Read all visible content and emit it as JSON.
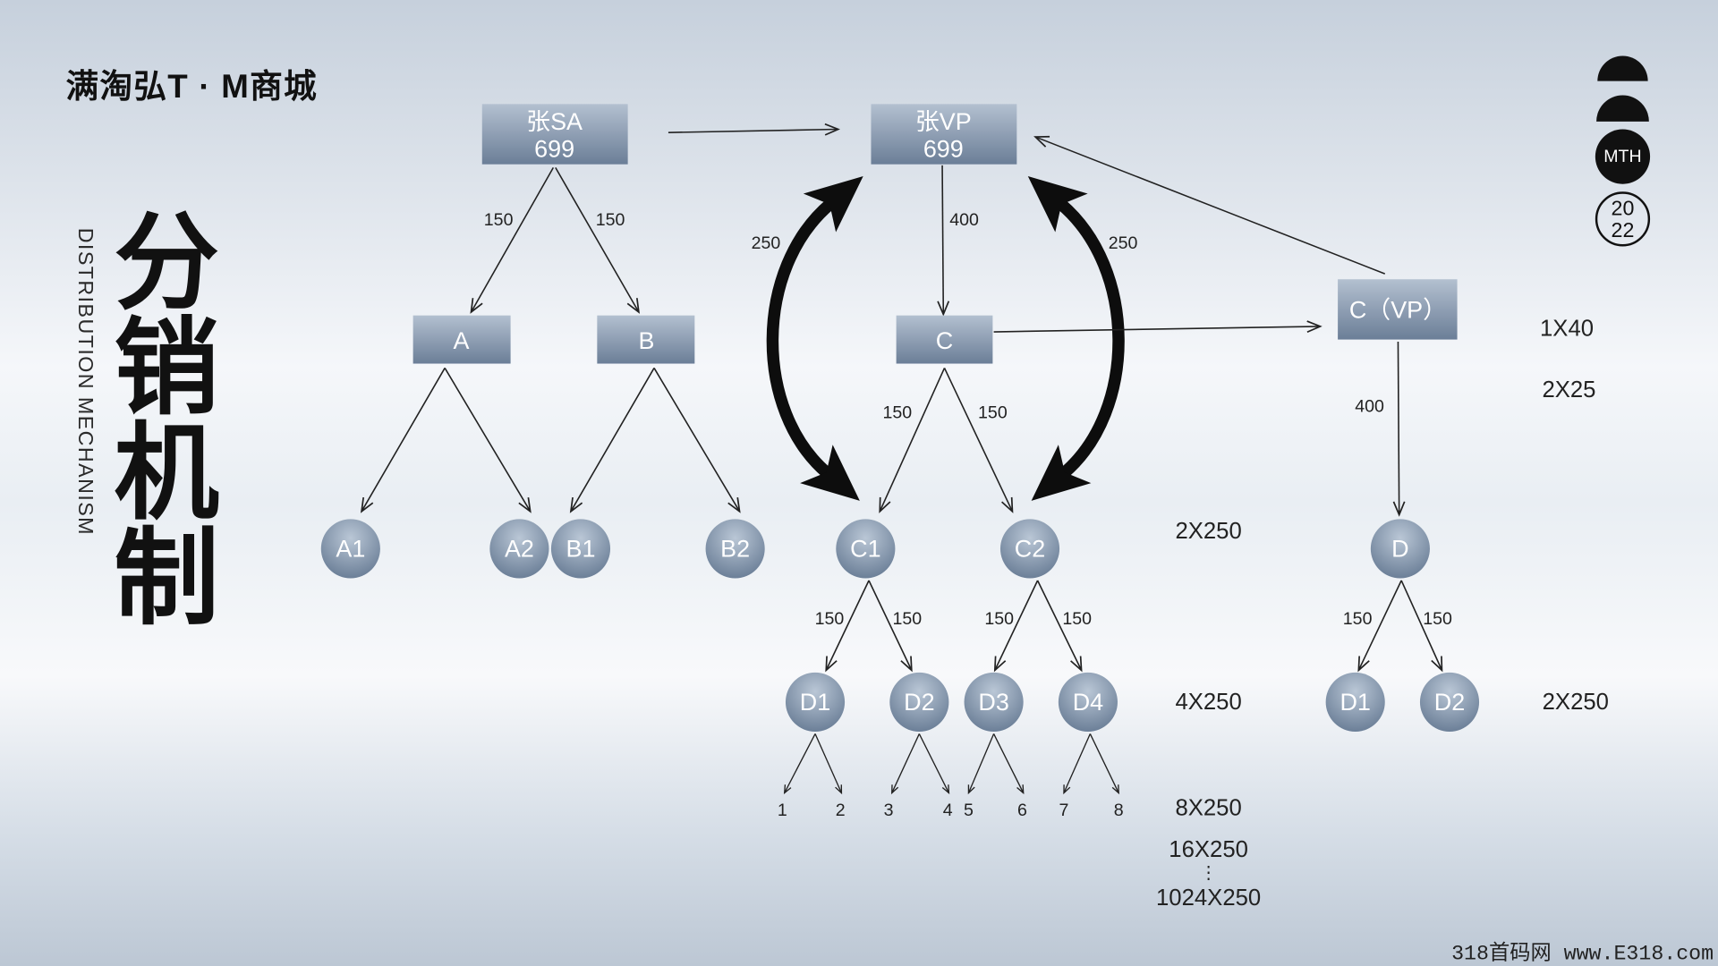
{
  "header": {
    "title": "满淘弘T · M商城"
  },
  "side": {
    "subtitle": "DISTRIBUTION MECHANISM",
    "title_chars": [
      "分",
      "销",
      "机",
      "制"
    ]
  },
  "logo": {
    "badge": "MTH",
    "year_top": "20",
    "year_bottom": "22"
  },
  "diagram": {
    "nodes": {
      "zhang_sa": {
        "name": "张SA",
        "value": "699"
      },
      "zhang_vp": {
        "name": "张VP",
        "value": "699"
      },
      "a": "A",
      "b": "B",
      "c": "C",
      "c_vp": "C（VP）",
      "a1": "A1",
      "a2": "A2",
      "b1": "B1",
      "b2": "B2",
      "c1": "C1",
      "c2": "C2",
      "d": "D",
      "c1_left": "D1",
      "c1_right": "D2",
      "c2_left": "D3",
      "c2_right": "D4",
      "d_left": "D1",
      "d_right": "D2"
    },
    "edge_labels": {
      "sa_to_a": "150",
      "sa_to_b": "150",
      "vp_to_c": "400",
      "vp_c1_loop": "250",
      "vp_c2_loop": "250",
      "c_to_c1": "150",
      "c_to_c2": "150",
      "cvp_to_d": "400",
      "c1_to_d1": "150",
      "c1_to_d2": "150",
      "c2_to_d3": "150",
      "c2_to_d4": "150",
      "d_to_d1": "150",
      "d_to_d2": "150"
    },
    "leaves": [
      "1",
      "2",
      "3",
      "4",
      "5",
      "6",
      "7",
      "8"
    ],
    "level_labels": {
      "cvp_row1": "1X40",
      "cvp_row2": "2X25",
      "c_row1": "2X250",
      "c_row2": "4X250",
      "d_row2": "2X250",
      "c_row3": "8X250",
      "c_row4": "16X250",
      "c_row_more": "⋮",
      "c_row_last": "1024X250"
    }
  },
  "watermark": "318首码网 www.E318.com",
  "colors": {
    "box_top": "#b3c0d0",
    "box_bottom": "#6b7e97",
    "node_light": "#bac7d6",
    "node_dark": "#677b94",
    "ink": "#0d0d0d"
  }
}
